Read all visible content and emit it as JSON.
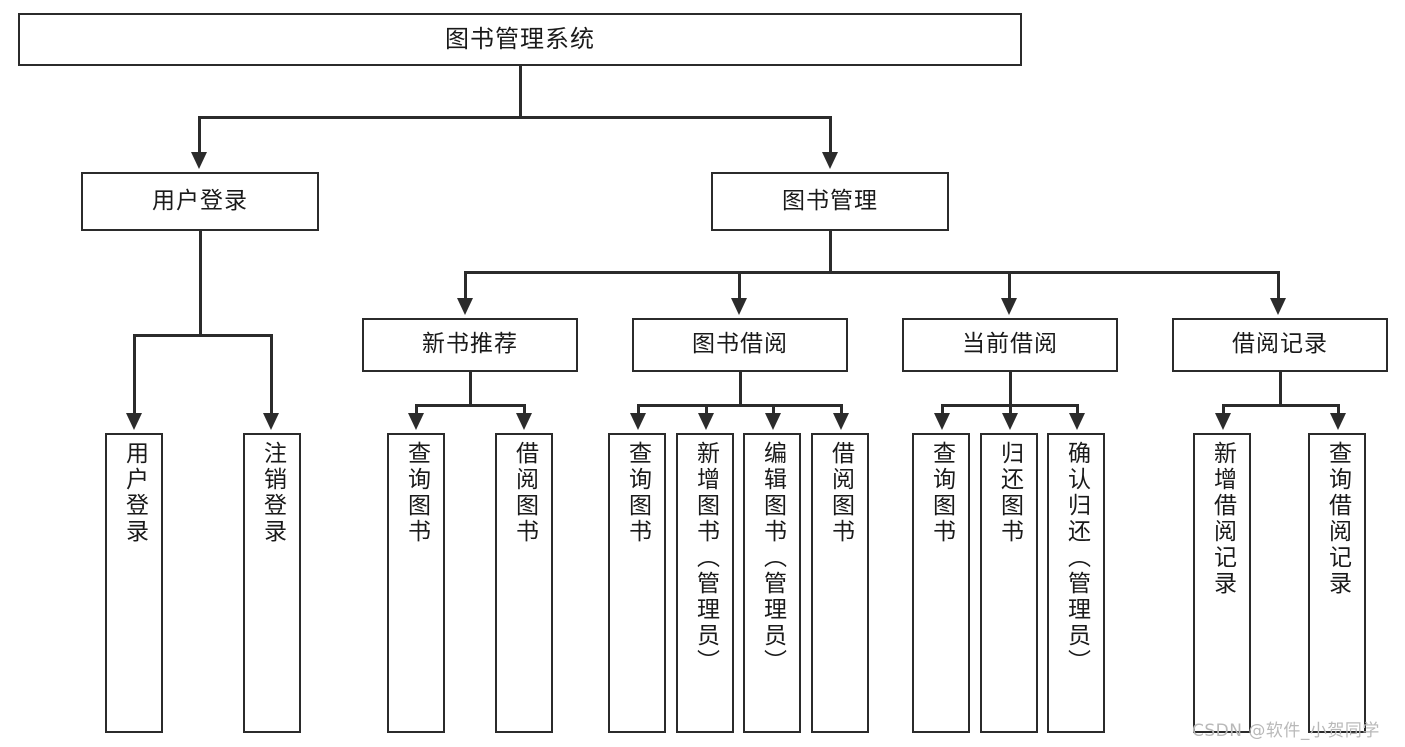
{
  "diagram": {
    "type": "tree",
    "title": "图书管理系统 功能结构图",
    "colors": {
      "stroke": "#2b2b2b",
      "fill": "#ffffff",
      "text": "#1a1a1a",
      "watermark": "#b9b9b9"
    },
    "root": {
      "label": "图书管理系统"
    },
    "level2": [
      {
        "label": "用户登录"
      },
      {
        "label": "图书管理"
      }
    ],
    "level3": [
      {
        "label": "新书推荐"
      },
      {
        "label": "图书借阅"
      },
      {
        "label": "当前借阅"
      },
      {
        "label": "借阅记录"
      }
    ],
    "leaves": {
      "user_login": [
        {
          "label": "用户登录"
        },
        {
          "label": "注销登录"
        }
      ],
      "new_book_recommend": [
        {
          "label": "查询图书"
        },
        {
          "label": "借阅图书"
        }
      ],
      "book_borrow": [
        {
          "label": "查询图书"
        },
        {
          "label": "新增图书（管理员）"
        },
        {
          "label": "编辑图书（管理员）"
        },
        {
          "label": "借阅图书"
        }
      ],
      "current_borrow": [
        {
          "label": "查询图书"
        },
        {
          "label": "归还图书"
        },
        {
          "label": "确认归还（管理员）"
        }
      ],
      "borrow_record": [
        {
          "label": "新增借阅记录"
        },
        {
          "label": "查询借阅记录"
        }
      ]
    }
  },
  "watermark": {
    "text": "CSDN @软件_小贺同学"
  }
}
